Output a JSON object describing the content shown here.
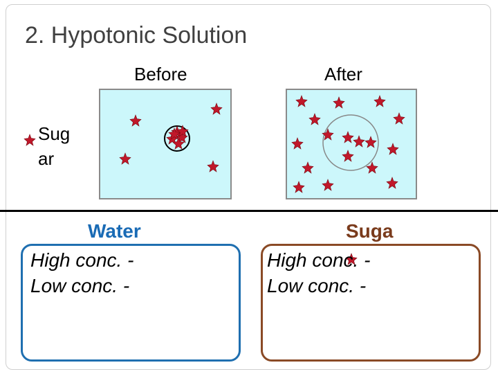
{
  "slide": {
    "title": "2. Hypotonic Solution"
  },
  "labels": {
    "before": "Before",
    "after": "After",
    "sugar": "Sug ar"
  },
  "water_box": {
    "heading": "Water",
    "line1": "High conc. -",
    "line2": "Low conc. -"
  },
  "sugar_box": {
    "heading": "Suga",
    "line1": "High conc. -",
    "line2": "Low conc. -"
  },
  "colors": {
    "solution_fill": "#ccf7fb",
    "sugar_particle": "#c0182a",
    "water_accent": "#1f6fb0",
    "sugar_accent": "#8a4a26"
  }
}
